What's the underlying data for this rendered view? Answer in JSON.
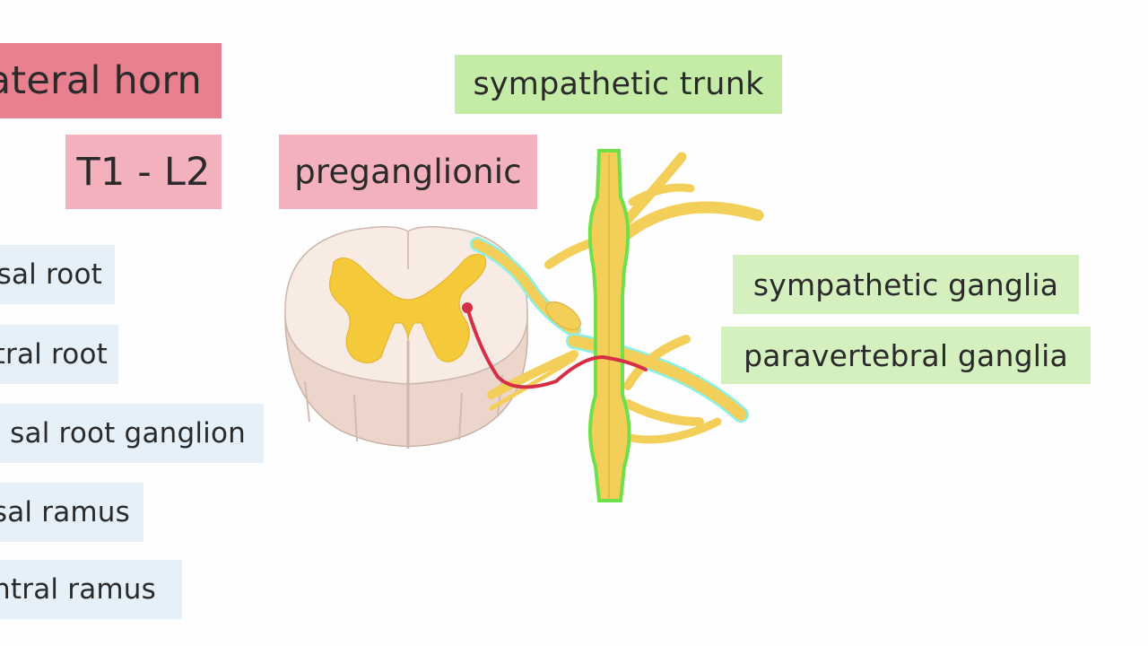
{
  "labels": {
    "lateral_horn": "ateral horn",
    "t1_l2": "T1 - L2",
    "preganglionic": "preganglionic",
    "sympathetic_trunk": "sympathetic trunk",
    "sympathetic_ganglia": "sympathetic ganglia",
    "paravertebral_ganglia": "paravertebral ganglia",
    "dorsal_root": "sal root",
    "ventral_root": "tral root",
    "dorsal_root_ganglion": "sal root ganglion",
    "dorsal_ramus": "sal ramus",
    "ventral_ramus": "ntral ramus"
  },
  "colors": {
    "highlight_red": "#e8808f",
    "highlight_pink": "#f2b1bd",
    "highlight_green": "#c4eca6",
    "highlight_blue": "#e5f0f8",
    "nerve_yellow": "#f3cf5a",
    "grey_matter": "#f4c93a",
    "preganglionic_fiber": "#d62e45",
    "trunk_outline": "#6fe04a"
  }
}
